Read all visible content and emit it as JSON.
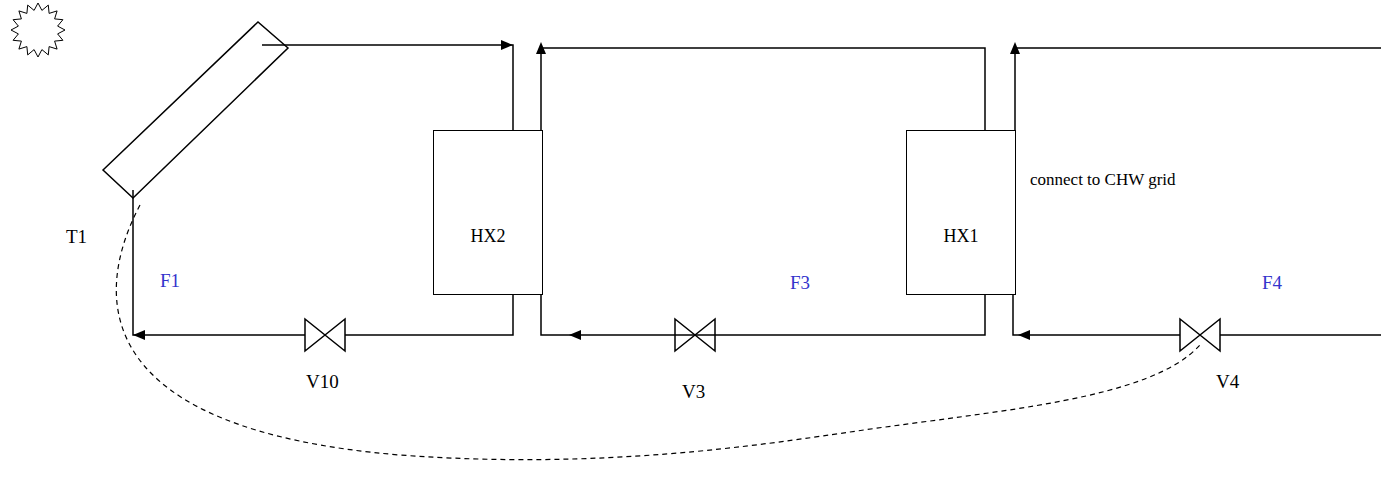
{
  "diagram": {
    "nodes": [
      {
        "text": [
          "HX2"
        ]
      },
      {
        "text": [
          "HX1"
        ]
      }
    ],
    "edges": [
      {
        "from": 1,
        "to": 0,
        "arrow": "to"
      },
      {
        "from": 1,
        "to": 0,
        "arrow": "to"
      }
    ],
    "labels": [
      "T1",
      "F1",
      "F3",
      "F4",
      "V10",
      "V3",
      "V4",
      "connect to CHW grid"
    ]
  }
}
